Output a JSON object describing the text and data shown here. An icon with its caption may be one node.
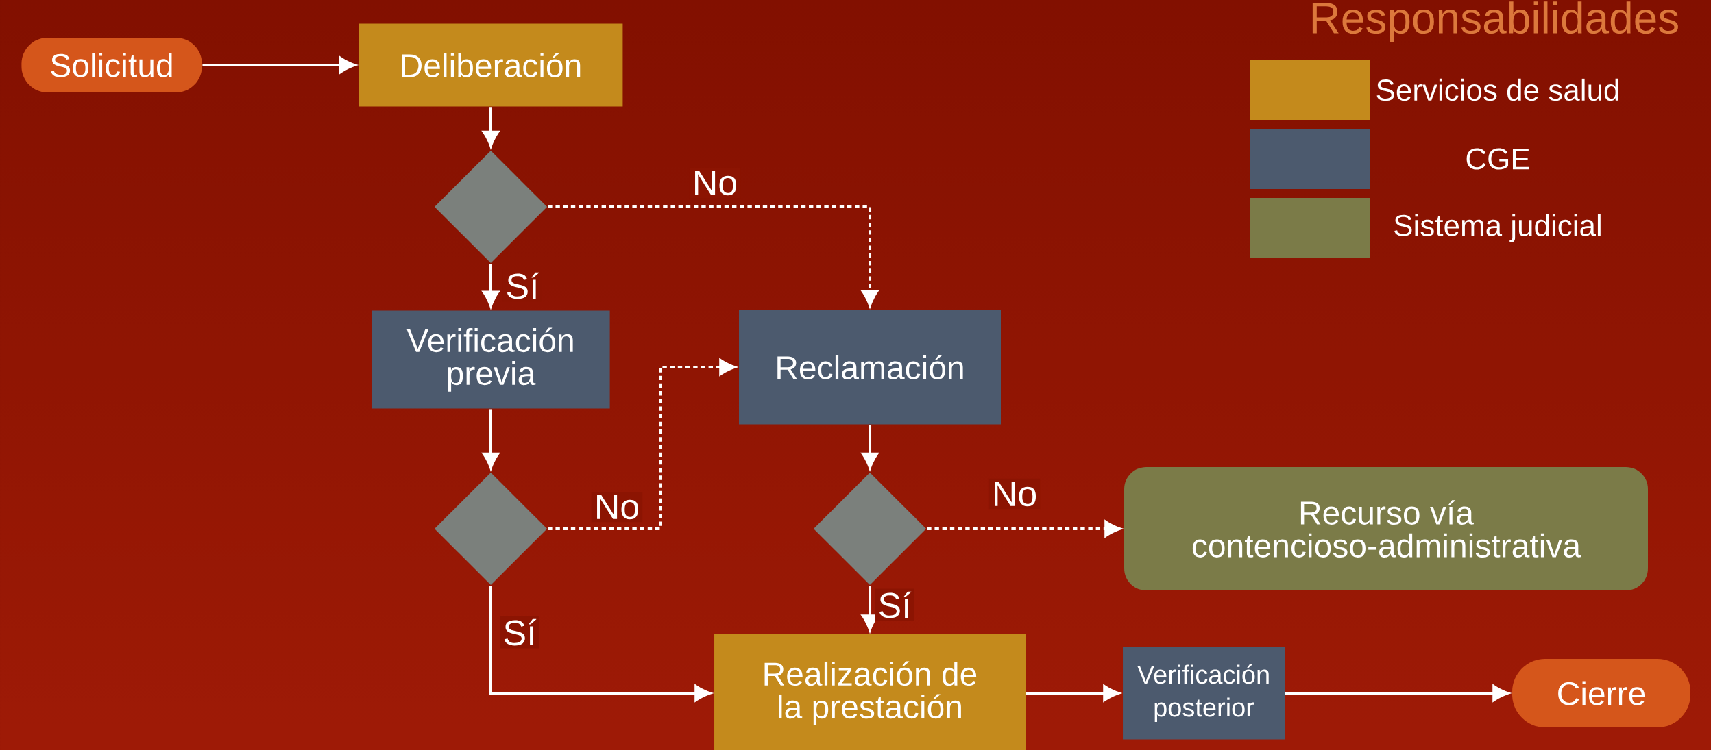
{
  "diagram": {
    "nodes": [
      {
        "text": [
          "Solicitud"
        ]
      },
      {
        "text": [
          "Deliberación"
        ]
      },
      {
        "text": [],
        "shape": "diamond"
      },
      {
        "text": [
          "Verificación previa"
        ]
      },
      {
        "text": [
          "Reclamación"
        ]
      },
      {
        "text": [],
        "shape": "diamond"
      },
      {
        "text": [],
        "shape": "diamond"
      },
      {
        "text": [
          "Recurso vía contencioso-administrativa"
        ]
      },
      {
        "text": [
          "Realización de la prestación"
        ]
      },
      {
        "text": [
          "Verificación posterior"
        ]
      },
      {
        "text": [
          "Cierre"
        ]
      }
    ],
    "edges": [
      {
        "from": 0,
        "to": 1,
        "arrow": "to"
      },
      {
        "from": 1,
        "to": 2,
        "arrow": "to"
      },
      {
        "from": 2,
        "to": 4,
        "arrow": "to",
        "label": "No",
        "style": "dashed"
      },
      {
        "from": 2,
        "to": 3,
        "arrow": "to",
        "label": "Sí"
      },
      {
        "from": 3,
        "to": 5,
        "arrow": "to"
      },
      {
        "from": 5,
        "to": 4,
        "arrow": "to",
        "label": "No",
        "style": "dashed"
      },
      {
        "from": 5,
        "to": 8,
        "arrow": "to",
        "label": "Sí"
      },
      {
        "from": 4,
        "to": 6,
        "arrow": "to"
      },
      {
        "from": 6,
        "to": 7,
        "arrow": "to",
        "label": "No",
        "style": "dashed"
      },
      {
        "from": 6,
        "to": 8,
        "arrow": "to",
        "label": "Sí"
      },
      {
        "from": 8,
        "to": 9,
        "arrow": "to"
      },
      {
        "from": 9,
        "to": 10,
        "arrow": "to"
      }
    ],
    "labels": [
      "Responsabilidades"
    ],
    "legend": [
      {
        "text": "Servicios de salud",
        "color": "#c48a1c"
      },
      {
        "text": "CGE",
        "color": "#4c5a6e"
      },
      {
        "text": "Sistema judicial",
        "color": "#7b7b48"
      }
    ]
  }
}
